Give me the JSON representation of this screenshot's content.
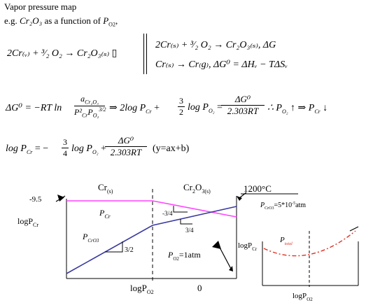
{
  "header": {
    "title": "Vapor pressure map",
    "subtitle_prefix": "e.g. ",
    "subtitle_compound": "Cr₂O₃",
    "subtitle_mid": " as a function of ",
    "subtitle_var": "P",
    "subtitle_var_sub": "O2",
    "subtitle_suffix": ","
  },
  "equations": {
    "reaction_left": "2Cr₍ᵥ₎ + ³⁄₂ O₂ → Cr₂O₃₍ₛ₎ ▯",
    "reaction_right_1": "2Cr₍ₛ₎ + ³⁄₂ O₂ → Cr₂O₃₍ₛ₎, ΔG",
    "reaction_right_2": "Cr₍ₛ₎ → Cr₍g₎, ΔG⁰ = ΔHᵥ − TΔSᵥ",
    "gibbs_left": "ΔG⁰ = −RT ln",
    "gibbs_num": "a",
    "gibbs_num_sub": "Cr₂O₃",
    "gibbs_den": "P²",
    "gibbs_den_sub1": "Cr",
    "gibbs_den_p2": "P",
    "gibbs_den_sub2": "O₂",
    "gibbs_den_exp2": "3/2",
    "gibbs_mid": "⇒  2log P",
    "gibbs_mid_sub": "Cr",
    "gibbs_plus": "+",
    "frac_num": "3",
    "frac_den": "2",
    "gibbs_logp": "log P",
    "gibbs_logp_sub": "O₂",
    "gibbs_eq": "=",
    "dg_num": "ΔG⁰",
    "dg_den": "2.303RT",
    "therefore": "∴  P",
    "therefore_sub": "O₂",
    "arrow_up": "↑ ⇒  P",
    "arrow_sub": "Cr",
    "arrow_down": "↓",
    "final_left": "log P",
    "final_left_sub": "Cr",
    "final_eq": "= −",
    "final_frac_num": "3",
    "final_frac_den": "4",
    "final_logp": "log P",
    "final_logp_sub": "O₂",
    "final_plus": "+",
    "final_dg_num": "ΔG⁰",
    "final_dg_den": "2.303RT",
    "final_note": "(y=ax+b)"
  },
  "diagram": {
    "y_tick": "-9.5",
    "y_label": "logP",
    "y_label_sub": "Cr",
    "region_cr": "Cr",
    "region_cr_sub": "(s)",
    "region_oxide": "Cr",
    "region_oxide_sub1": "2",
    "region_oxide_o": "O",
    "region_oxide_sub2": "3(s)",
    "temp": "1200°C",
    "pcro3_label": "P",
    "pcro3_sub": "CrO3",
    "pcro3_value": "=5*10",
    "pcro3_exp": "-5",
    "pcro3_unit": "atm",
    "pcr_label": "P",
    "pcr_sub": "Cr",
    "pcro3_line_label": "P",
    "pcro3_line_sub": "CrO3",
    "slope_32": "3/2",
    "slope_34_neg": "-3/4",
    "slope_34": "3/4",
    "po2_label": "P",
    "po2_sub": "O2",
    "po2_value": "=1atm",
    "x_label": "logP",
    "x_label_sub": "O2",
    "x_zero": "0",
    "inset_y_label": "logP",
    "inset_y_sub": "Cr",
    "inset_total": "P",
    "inset_total_sub": "total",
    "inset_x_label": "logP",
    "inset_x_sub": "O2",
    "colors": {
      "pcr_line": "#ff44ff",
      "pcro3_line": "#3a3aa0",
      "total_curve": "#e03020"
    }
  }
}
